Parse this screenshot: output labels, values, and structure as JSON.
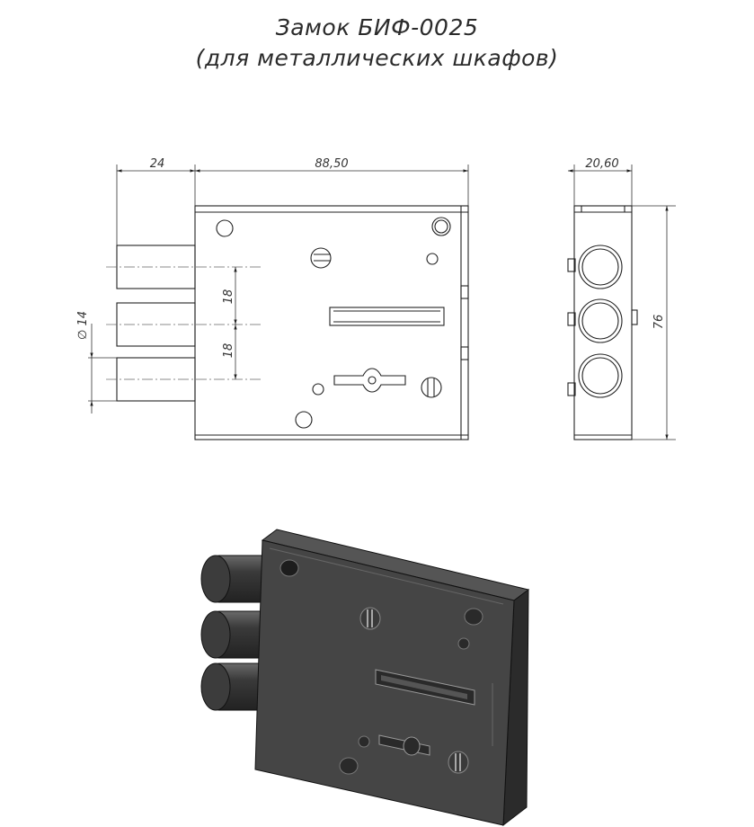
{
  "title": {
    "line1": "Замок БИФ-0025",
    "line2": "(для металлических шкафов)"
  },
  "dimensions": {
    "bolt_offset": "24",
    "body_width": "88,50",
    "depth": "20,60",
    "height": "76",
    "bolt_pitch_1": "18",
    "bolt_pitch_2": "18",
    "bolt_diameter": "∅ 14"
  },
  "colors": {
    "line": "#222222",
    "body_dark": "#3a3a3a",
    "body_mid": "#4a4a4a",
    "body_light": "#5c5c5c"
  }
}
